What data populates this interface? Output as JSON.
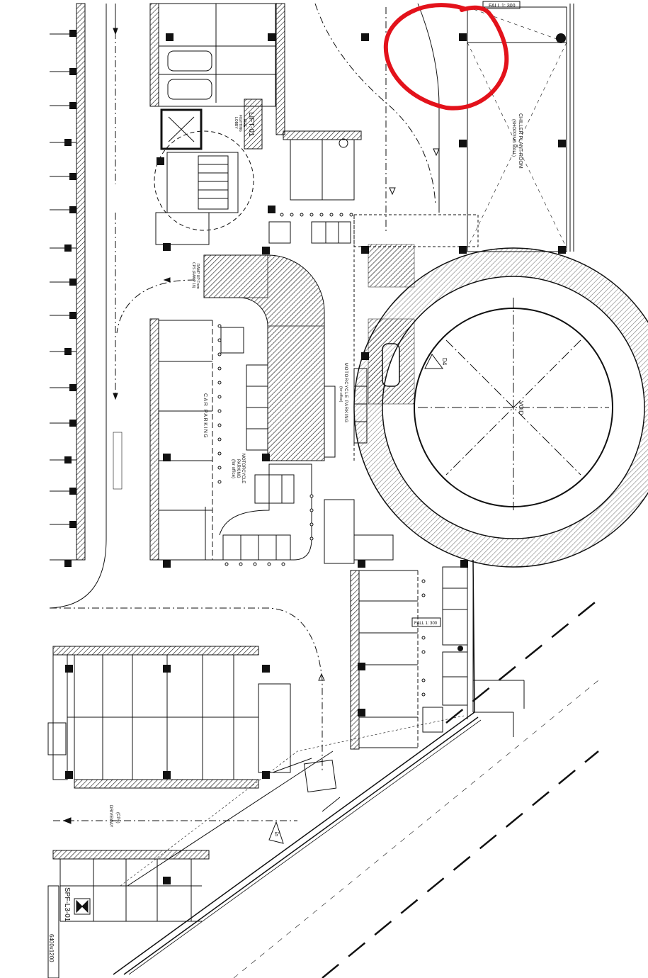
{
  "labels": {
    "chiller_plant": "CHILLER PLANT ROOM",
    "shopping_mall": "(SHOPPING MALL)",
    "fall_top": "FALL 1: 300",
    "fall_mid": "FALL 1: 300",
    "lift": "LIFT-01",
    "fire_fighting_lobby_1": "FIRE",
    "fire_fighting_lobby_2": "FIGHTING",
    "fire_fighting_lobby_3": "LOBBY",
    "ramp_up_1": "RAMP UP From",
    "ramp_up_2": "CPS (RAMP 18)",
    "car_parking": "CAR PARKING",
    "motorcycle_office_1": "MOTORCYCLE",
    "motorcycle_office_2": "PARKING",
    "motorcycle_office_3": "(for office)",
    "motorcycle_right_1": "MOTORCYCLE PARKING",
    "motorcycle_right_2": "(for office)",
    "void": "VOID",
    "driveway_1": "(CP6)",
    "driveway_2": "DRIVEWAY",
    "spf": "SPF-L3-01",
    "dim_bottom": "6400x1200",
    "d4": "D4",
    "angle": "5°"
  },
  "colors": {
    "ink": "#111111",
    "annotation": "#e3121b",
    "background": "#ffffff"
  },
  "annotation": {
    "shape": "freehand-circle",
    "meaning": "highlighted area near top-right column"
  }
}
